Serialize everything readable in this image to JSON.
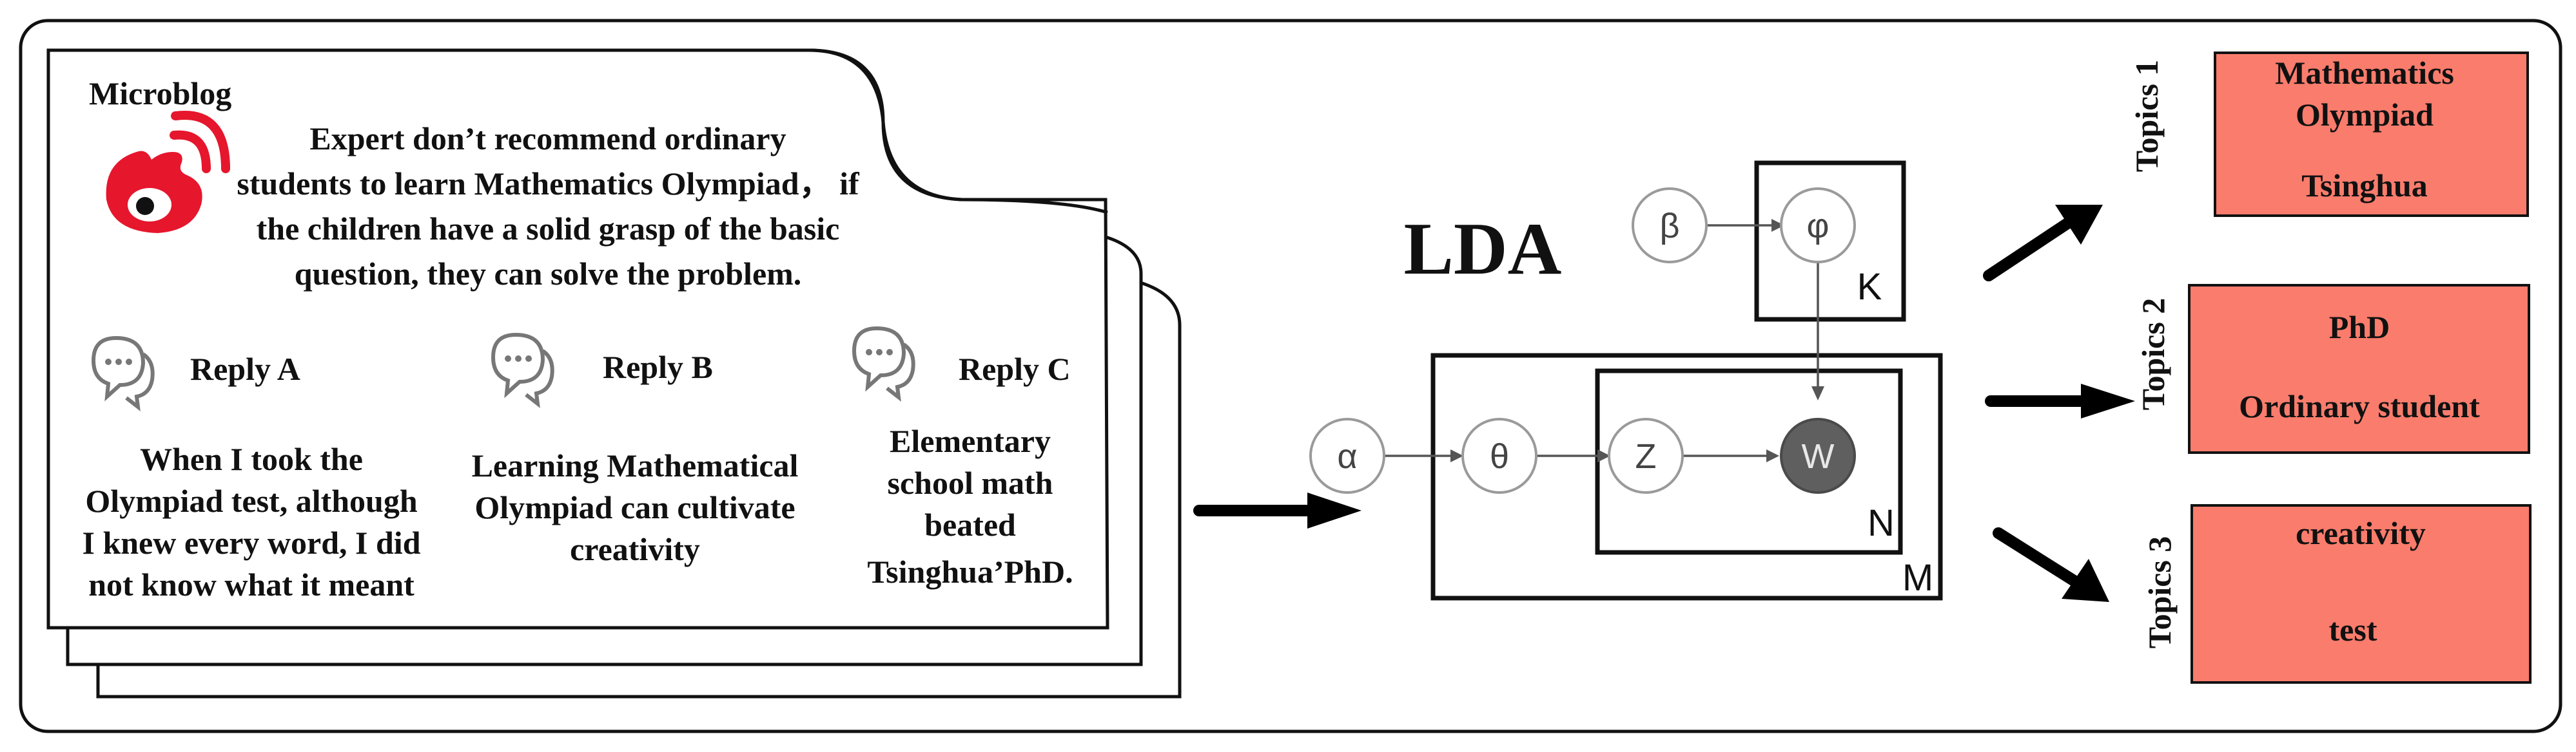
{
  "post": {
    "source_label": "Microblog",
    "logo_icon": "weibo-logo-icon",
    "lines": [
      "Expert don’t recommend ordinary",
      "students to learn Mathematics Olympiad， if",
      "the children have a solid grasp of the basic",
      "question, they can solve the problem."
    ]
  },
  "replies": [
    {
      "label": "Reply A",
      "icon": "chat-bubbles-icon",
      "lines": [
        "When I took the",
        "Olympiad test, although",
        "I knew every word, I did",
        "not know what it meant"
      ]
    },
    {
      "label": "Reply B",
      "icon": "chat-bubbles-icon",
      "lines": [
        "Learning Mathematical",
        "Olympiad can cultivate",
        "creativity"
      ]
    },
    {
      "label": "Reply C",
      "icon": "chat-bubbles-icon",
      "lines": [
        "Elementary",
        "school math",
        "beated",
        "Tsinghua’PhD."
      ]
    }
  ],
  "model": {
    "title": "LDA",
    "nodes": {
      "alpha": "α",
      "theta": "θ",
      "z": "Z",
      "w": "W",
      "beta": "β",
      "phi": "φ"
    },
    "plates": {
      "k": "K",
      "n": "N",
      "m": "M"
    }
  },
  "topics": [
    {
      "label": "Topics 1",
      "words": [
        "Mathematics",
        "Olympiad",
        "Tsinghua"
      ]
    },
    {
      "label": "Topics 2",
      "words": [
        "PhD",
        "Ordinary student"
      ]
    },
    {
      "label": "Topics 3",
      "words": [
        "creativity",
        "test"
      ]
    }
  ],
  "colors": {
    "topic_fill": "#fa7c6c",
    "logo_red": "#e6162d",
    "observed_node": "#5f5f5f"
  }
}
